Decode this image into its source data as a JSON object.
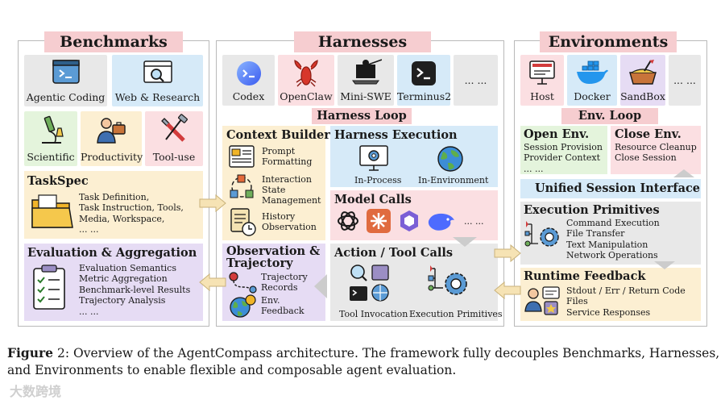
{
  "benchmarks": {
    "title": "Benchmarks",
    "tiles": [
      {
        "label": "Agentic Coding",
        "icon": "code-window-icon"
      },
      {
        "label": "Web & Research",
        "icon": "web-search-icon"
      },
      {
        "label": "Scientific",
        "icon": "microscope-icon"
      },
      {
        "label": "Productivity",
        "icon": "briefcase-person-icon"
      },
      {
        "label": "Tool-use",
        "icon": "tools-icon"
      }
    ],
    "taskspec": {
      "title": "TaskSpec",
      "items": [
        "Task Definition,",
        "Task Instruction, Tools,",
        "Media, Workspace,",
        "... ..."
      ]
    },
    "evaluation": {
      "title": "Evaluation & Aggregation",
      "items": [
        "Evaluation Semantics",
        "Metric Aggregation",
        "Benchmark-level Results",
        "Trajectory Analysis",
        "... ..."
      ]
    }
  },
  "harnesses": {
    "title": "Harnesses",
    "tiles": [
      {
        "label": "Codex",
        "icon": "codex-icon"
      },
      {
        "label": "OpenClaw",
        "icon": "lobster-icon"
      },
      {
        "label": "Mini-SWE",
        "icon": "laptop-agent-icon"
      },
      {
        "label": "Terminus2",
        "icon": "terminal-icon"
      },
      {
        "label": "... ...",
        "icon": ""
      }
    ],
    "loop_title": "Harness Loop",
    "context_builder": {
      "title": "Context Builder",
      "items": [
        {
          "label": "Prompt\nFormatting",
          "icon": "prompt-format-icon"
        },
        {
          "label": "Interaction\nState\nManagement",
          "icon": "state-cycle-icon"
        },
        {
          "label": "History\nObservation",
          "icon": "history-scroll-icon"
        }
      ]
    },
    "harness_execution": {
      "title": "Harness Execution",
      "items": [
        {
          "label": "In-Process",
          "icon": "monitor-gear-icon"
        },
        {
          "label": "In-Environment",
          "icon": "globe-icon"
        }
      ]
    },
    "model_calls": {
      "title": "Model Calls",
      "more": "... ..."
    },
    "observation": {
      "title": "Observation &\nTrajectory",
      "items": [
        {
          "label": "Trajectory\nRecords",
          "icon": "trajectory-icon"
        },
        {
          "label": "Env.\nFeedback",
          "icon": "globe-feedback-icon"
        }
      ]
    },
    "action_calls": {
      "title": "Action / Tool Calls",
      "items": [
        {
          "label": "Tool Invocation",
          "icon": "tool-invocation-icon"
        },
        {
          "label": "Execution Primitives",
          "icon": "execution-gear-icon"
        }
      ]
    }
  },
  "environments": {
    "title": "Environments",
    "tiles": [
      {
        "label": "Host",
        "icon": "host-monitor-icon"
      },
      {
        "label": "Docker",
        "icon": "docker-whale-icon"
      },
      {
        "label": "SandBox",
        "icon": "sandbox-icon"
      },
      {
        "label": "... ...",
        "icon": ""
      }
    ],
    "loop_title": "Env. Loop",
    "open_env": {
      "title": "Open Env.",
      "items": [
        "Session Provision",
        "Provider Context",
        "... ..."
      ]
    },
    "close_env": {
      "title": "Close Env.",
      "items": [
        "Resource Cleanup",
        "Close Session"
      ]
    },
    "unified": "Unified Session Interface",
    "primitives": {
      "title": "Execution Primitives",
      "items": [
        "Command Execution",
        "File Transfer",
        "Text Manipulation",
        "Network Operations"
      ]
    },
    "feedback": {
      "title": "Runtime Feedback",
      "items": [
        "Stdout / Err / Return Code",
        "Files",
        "Service Responses"
      ]
    }
  },
  "caption": {
    "label": "Figure",
    "number": "2",
    "text": ": Overview of the AgentCompass architecture. The framework fully decouples Benchmarks, Harnesses, and Environments to enable flexible and composable agent evaluation."
  },
  "watermark": "大数跨境",
  "colors": {
    "header_pink": "#f6cdd0",
    "tile_gray": "#e8e8e8",
    "tile_blue": "#d6eaf8",
    "tile_green": "#e4f4dc",
    "tile_yellow": "#fcefd2",
    "tile_purple": "#e6dcf4",
    "tile_pink": "#fbdfe2",
    "arrow_fill": "#f6e3b4"
  }
}
